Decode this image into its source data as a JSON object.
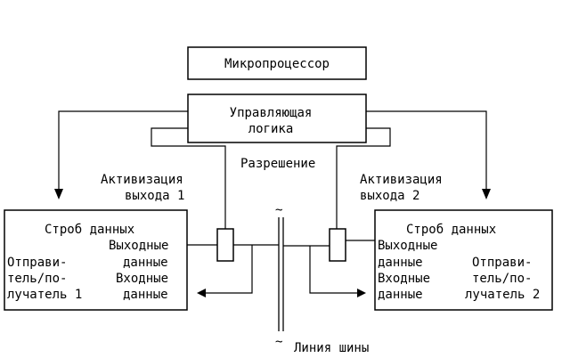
{
  "microprocessor": {
    "label": "Микропроцессор"
  },
  "control_logic": {
    "line1": "Управляющая",
    "line2": "логика"
  },
  "enable_label": "Разрешение",
  "activation_1": {
    "line1": "Активизация",
    "line2": "выхода 1"
  },
  "activation_2": {
    "line1": "Активизация",
    "line2": "выхода 2"
  },
  "device_1": {
    "strobe": "Строб данных",
    "out_1": "Выходные",
    "out_2": "данные",
    "role_1": "Отправи-",
    "role_2": "тель/по-",
    "role_3": "лучатель 1",
    "in_1": "Входные",
    "in_2": "данные"
  },
  "device_2": {
    "strobe": "Строб данных",
    "out_1": "Выходные",
    "out_2": "данные",
    "role_1": "Отправи-",
    "role_2": "тель/по-",
    "role_3": "лучатель 2",
    "in_1": "Входные",
    "in_2": "данные"
  },
  "bus": {
    "label": "Линия шины",
    "break_mark": "~"
  }
}
